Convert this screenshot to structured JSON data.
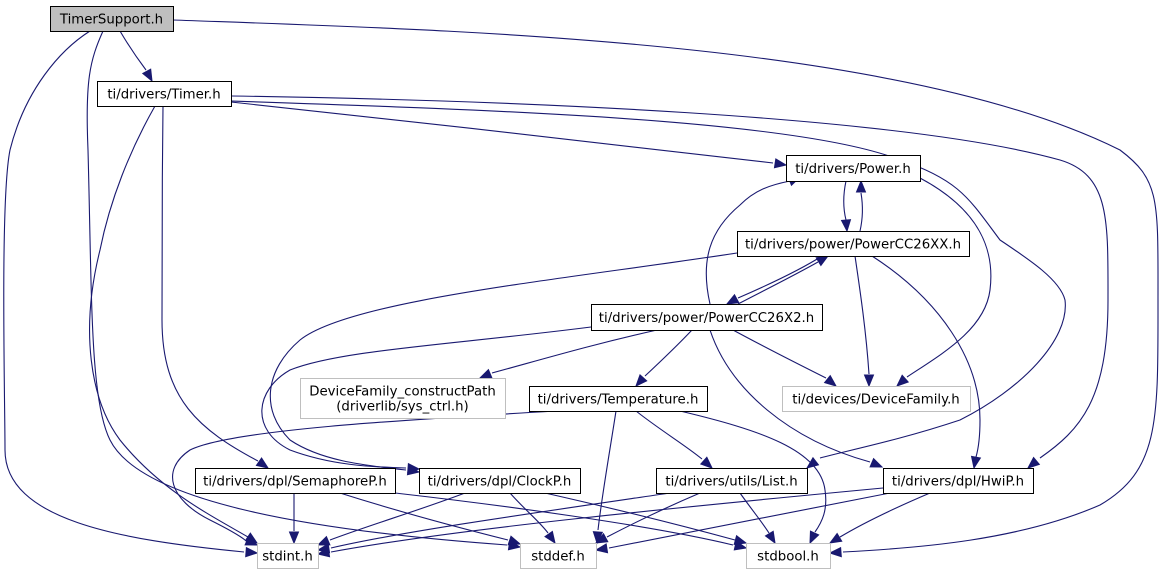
{
  "title": "TimerSupport.h include dependency graph",
  "colors": {
    "edge": "#191970",
    "root_fill": "#bfbfbf",
    "root_stroke": "#000000",
    "documented_stroke": "#000000",
    "undocumented_stroke": "#bfbfbf",
    "node_fill": "#ffffff"
  },
  "nodes": [
    {
      "id": "timersupport",
      "label": [
        "TimerSupport.h"
      ],
      "kind": "root"
    },
    {
      "id": "timer",
      "label": [
        "ti/drivers/Timer.h"
      ],
      "kind": "documented"
    },
    {
      "id": "power",
      "label": [
        "ti/drivers/Power.h"
      ],
      "kind": "documented"
    },
    {
      "id": "powercc26xx",
      "label": [
        "ti/drivers/power/PowerCC26XX.h"
      ],
      "kind": "documented"
    },
    {
      "id": "powercc26x2",
      "label": [
        "ti/drivers/power/PowerCC26X2.h"
      ],
      "kind": "documented"
    },
    {
      "id": "constructpath",
      "label": [
        "DeviceFamily_constructPath",
        "(driverlib/sys_ctrl.h)"
      ],
      "kind": "undocumented"
    },
    {
      "id": "temperature",
      "label": [
        "ti/drivers/Temperature.h"
      ],
      "kind": "documented"
    },
    {
      "id": "devicefamily",
      "label": [
        "ti/devices/DeviceFamily.h"
      ],
      "kind": "undocumented"
    },
    {
      "id": "semaphorep",
      "label": [
        "ti/drivers/dpl/SemaphoreP.h"
      ],
      "kind": "documented"
    },
    {
      "id": "clockp",
      "label": [
        "ti/drivers/dpl/ClockP.h"
      ],
      "kind": "documented"
    },
    {
      "id": "list",
      "label": [
        "ti/drivers/utils/List.h"
      ],
      "kind": "documented"
    },
    {
      "id": "hwip",
      "label": [
        "ti/drivers/dpl/HwiP.h"
      ],
      "kind": "documented"
    },
    {
      "id": "stdint",
      "label": [
        "stdint.h"
      ],
      "kind": "undocumented"
    },
    {
      "id": "stddef",
      "label": [
        "stddef.h"
      ],
      "kind": "undocumented"
    },
    {
      "id": "stdbool",
      "label": [
        "stdbool.h"
      ],
      "kind": "undocumented"
    }
  ],
  "edges": [
    {
      "from": "timersupport",
      "to": "timer"
    },
    {
      "from": "timersupport",
      "to": "stdint"
    },
    {
      "from": "timersupport",
      "to": "stddef"
    },
    {
      "from": "timersupport",
      "to": "stdbool"
    },
    {
      "from": "timer",
      "to": "power"
    },
    {
      "from": "timer",
      "to": "hwip"
    },
    {
      "from": "timer",
      "to": "semaphorep"
    },
    {
      "from": "timer",
      "to": "stdint"
    },
    {
      "from": "timer",
      "to": "list"
    },
    {
      "from": "power",
      "to": "powercc26xx"
    },
    {
      "from": "power",
      "to": "devicefamily"
    },
    {
      "from": "powercc26xx",
      "to": "power"
    },
    {
      "from": "powercc26xx",
      "to": "powercc26x2"
    },
    {
      "from": "powercc26xx",
      "to": "devicefamily"
    },
    {
      "from": "powercc26xx",
      "to": "hwip"
    },
    {
      "from": "powercc26xx",
      "to": "clockp"
    },
    {
      "from": "powercc26x2",
      "to": "powercc26xx"
    },
    {
      "from": "powercc26x2",
      "to": "power"
    },
    {
      "from": "powercc26x2",
      "to": "constructpath"
    },
    {
      "from": "powercc26x2",
      "to": "temperature"
    },
    {
      "from": "powercc26x2",
      "to": "devicefamily"
    },
    {
      "from": "powercc26x2",
      "to": "hwip"
    },
    {
      "from": "powercc26x2",
      "to": "clockp"
    },
    {
      "from": "temperature",
      "to": "list"
    },
    {
      "from": "temperature",
      "to": "stdint"
    },
    {
      "from": "temperature",
      "to": "stddef"
    },
    {
      "from": "temperature",
      "to": "stdbool"
    },
    {
      "from": "semaphorep",
      "to": "stdint"
    },
    {
      "from": "semaphorep",
      "to": "stddef"
    },
    {
      "from": "semaphorep",
      "to": "stdbool"
    },
    {
      "from": "clockp",
      "to": "stdint"
    },
    {
      "from": "clockp",
      "to": "stddef"
    },
    {
      "from": "clockp",
      "to": "stdbool"
    },
    {
      "from": "list",
      "to": "stdint"
    },
    {
      "from": "list",
      "to": "stddef"
    },
    {
      "from": "list",
      "to": "stdbool"
    },
    {
      "from": "hwip",
      "to": "stdint"
    },
    {
      "from": "hwip",
      "to": "stddef"
    },
    {
      "from": "hwip",
      "to": "stdbool"
    }
  ]
}
